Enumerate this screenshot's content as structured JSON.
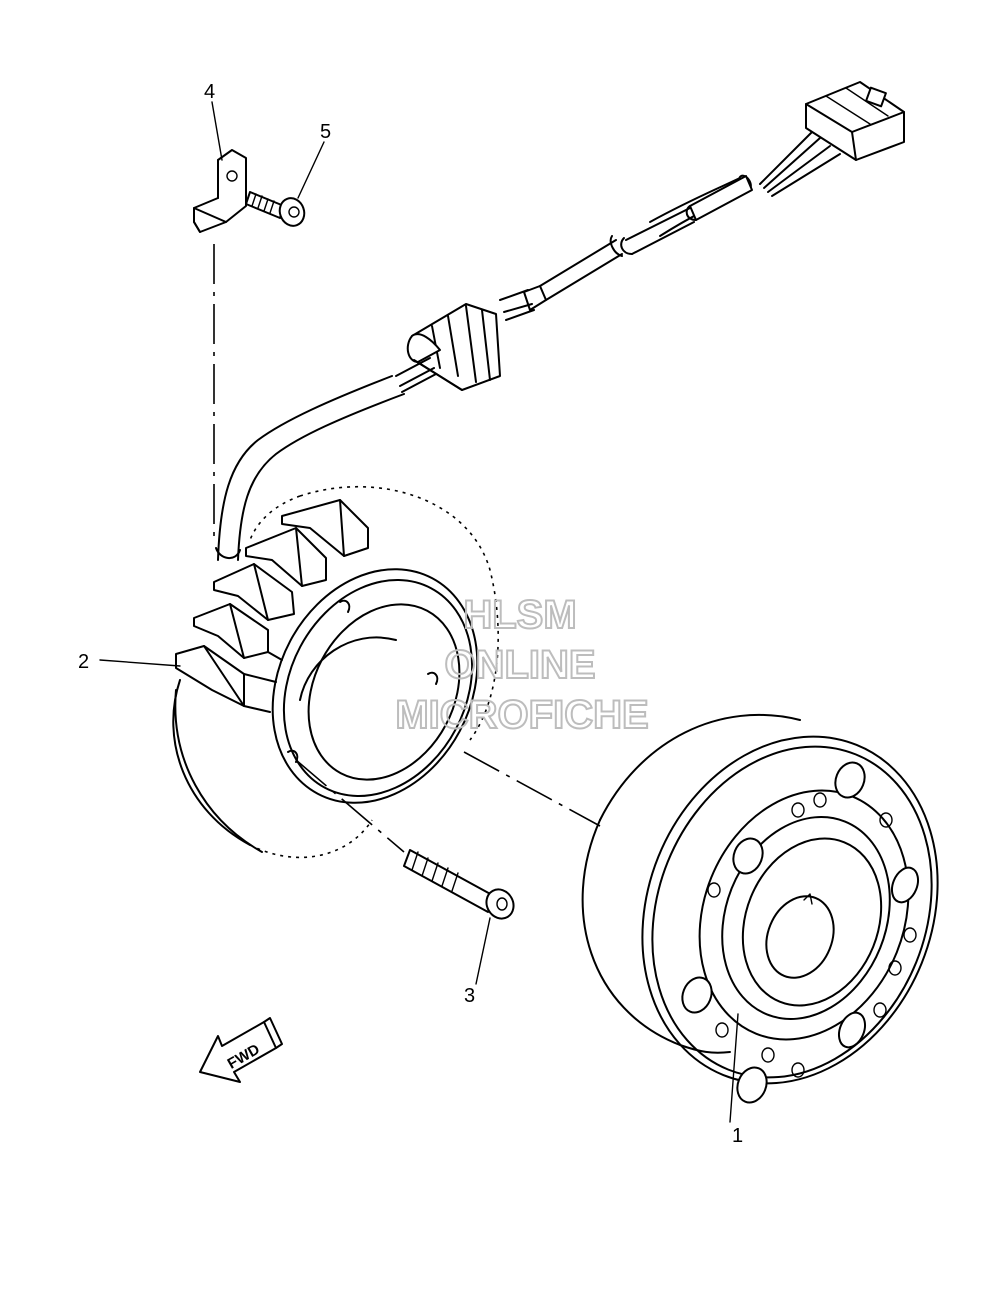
{
  "diagram": {
    "callouts": [
      {
        "id": "1",
        "label": "1"
      },
      {
        "id": "2",
        "label": "2"
      },
      {
        "id": "3",
        "label": "3"
      },
      {
        "id": "4",
        "label": "4"
      },
      {
        "id": "5",
        "label": "5"
      }
    ],
    "fwd_label": "FWD",
    "watermark": {
      "line1": "HLSM",
      "line2": "ONLINE",
      "line3": "MICROFICHE"
    }
  }
}
